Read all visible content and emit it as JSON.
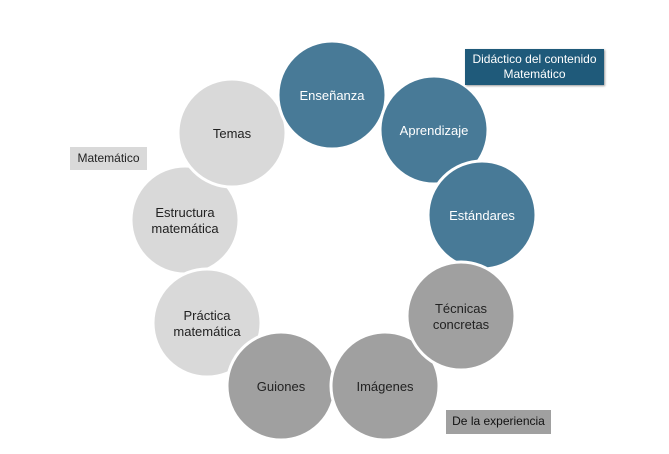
{
  "colors": {
    "teaching": "#487a97",
    "theory": "#d9d9d9",
    "experience": "#a0a0a0",
    "label_dark": "#1f5a7a"
  },
  "labels": {
    "didactico": "Didáctico del contenido Matemático",
    "matematico": "Matemático",
    "experiencia": "De la experiencia"
  },
  "nodes": [
    {
      "id": "estructura",
      "lines": [
        "Estructura",
        "matemática"
      ],
      "group": "theory"
    },
    {
      "id": "temas",
      "lines": [
        "Temas"
      ],
      "group": "theory"
    },
    {
      "id": "ensenanza",
      "lines": [
        "Enseñanza"
      ],
      "group": "teaching"
    },
    {
      "id": "aprendizaje",
      "lines": [
        "Aprendizaje"
      ],
      "group": "teaching"
    },
    {
      "id": "estandares",
      "lines": [
        "Estándares"
      ],
      "group": "teaching"
    },
    {
      "id": "practica",
      "lines": [
        "Práctica",
        "matemática"
      ],
      "group": "theory"
    },
    {
      "id": "guiones",
      "lines": [
        "Guiones"
      ],
      "group": "experience"
    },
    {
      "id": "imagenes",
      "lines": [
        "Imágenes"
      ],
      "group": "experience"
    },
    {
      "id": "tecnicas",
      "lines": [
        "Técnicas",
        "concretas"
      ],
      "group": "experience"
    }
  ]
}
